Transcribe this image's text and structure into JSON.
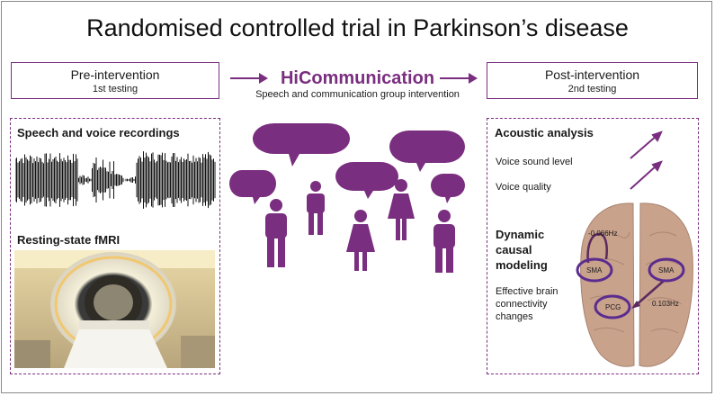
{
  "title": "Randomised controlled trial in Parkinson’s disease",
  "pre": {
    "line1": "Pre-intervention",
    "line2": "1st testing"
  },
  "post": {
    "line1": "Post-intervention",
    "line2": "2nd testing"
  },
  "intervention": {
    "name": "HiCommunication",
    "subtitle": "Speech and communication group intervention"
  },
  "left_panel": {
    "recordings_title": "Speech and voice recordings",
    "fmri_title": "Resting-state fMRI"
  },
  "right_panel": {
    "acoustic_title": "Acoustic analysis",
    "measure1": "Voice sound level",
    "measure2": "Voice quality",
    "dcm_title_1": "Dynamic",
    "dcm_title_2": "causal",
    "dcm_title_3": "modeling",
    "dcm_desc_1": "Effective brain",
    "dcm_desc_2": "connectivity",
    "dcm_desc_3": "changes",
    "brain": {
      "node_sma_left": "SMA",
      "node_sma_right": "SMA",
      "node_pcg": "PCG",
      "self_conn": "-0.066Hz",
      "pcg_conn": "0.103Hz"
    }
  },
  "colors": {
    "accent": "#7a2e7f"
  }
}
